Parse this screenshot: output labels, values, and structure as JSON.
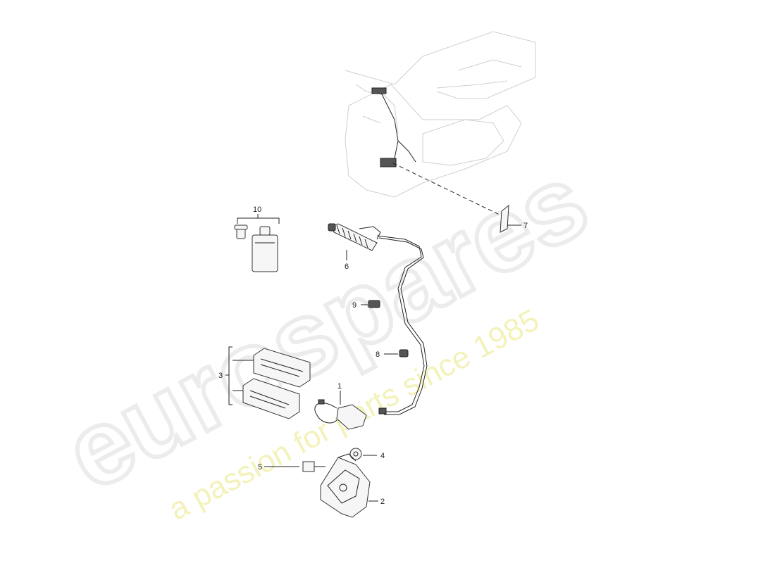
{
  "watermark": {
    "brand": "eurospares",
    "tagline": "a passion for parts since 1985"
  },
  "callouts": {
    "c1": "1",
    "c2": "2",
    "c3": "3",
    "c4": "4",
    "c5": "5",
    "c6": "6",
    "c7": "7",
    "c8": "8",
    "c9": "9",
    "c10": "10"
  }
}
